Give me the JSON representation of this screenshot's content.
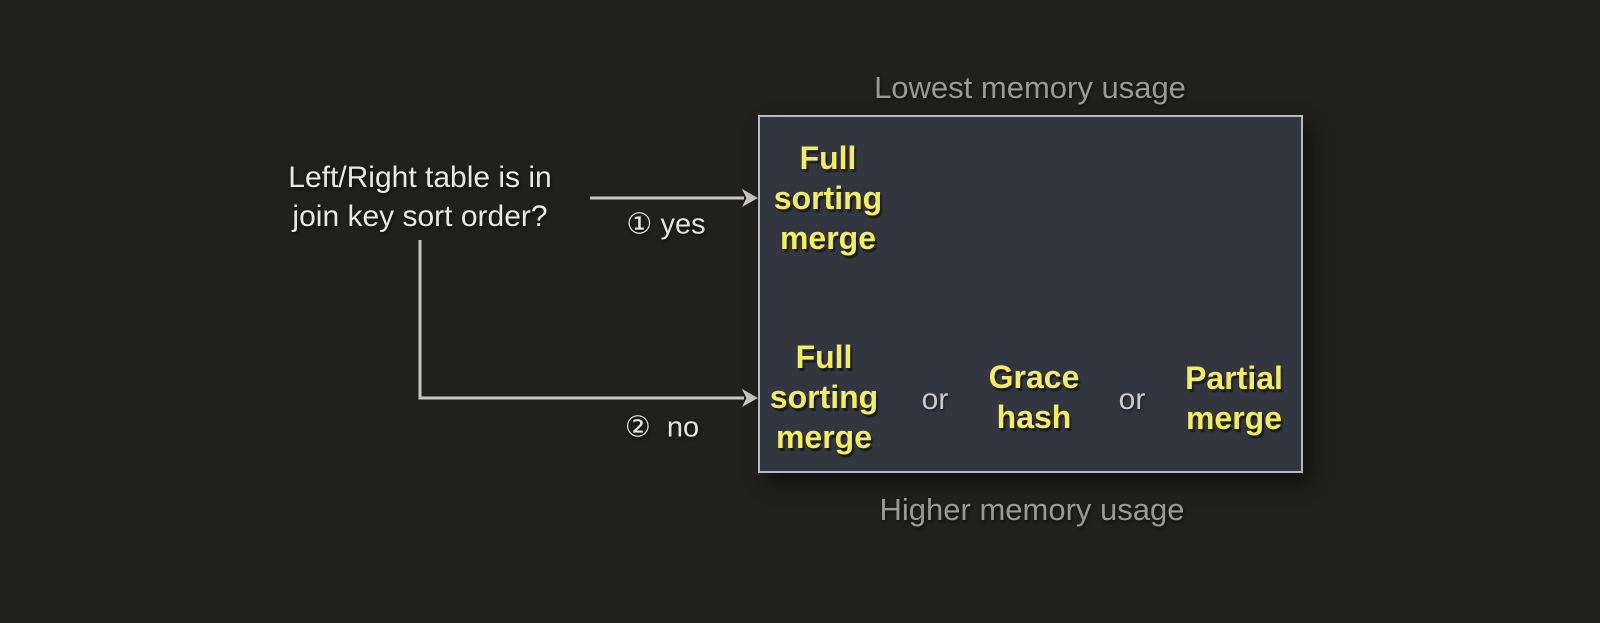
{
  "question": {
    "text": "Left/Right table is in\njoin key sort order?"
  },
  "branches": {
    "yes": {
      "label": "① yes"
    },
    "no": {
      "label": "②  no"
    }
  },
  "memory_scale": {
    "lowest": "Lowest memory usage",
    "highest": "Higher memory usage"
  },
  "outcomes": {
    "sorted": {
      "algorithms": [
        {
          "text": "Full\nsorting\nmerge"
        }
      ]
    },
    "unsorted": {
      "items": [
        {
          "text": "Full\nsorting\nmerge",
          "kind": "algorithm"
        },
        {
          "text": "or",
          "kind": "conjunction"
        },
        {
          "text": "Grace\nhash",
          "kind": "algorithm"
        },
        {
          "text": "or",
          "kind": "conjunction"
        },
        {
          "text": "Partial\nmerge",
          "kind": "algorithm"
        }
      ]
    }
  },
  "colors": {
    "background": "#20201c",
    "box_fill": "#32363f",
    "box_border": "#b6b9be",
    "algorithm_yellow": "#f6ee53",
    "connector_gray": "#c8c6c2",
    "caption_gray": "#9a9995",
    "question_white": "#eae8e3",
    "or_gray": "#cbcbcd"
  }
}
